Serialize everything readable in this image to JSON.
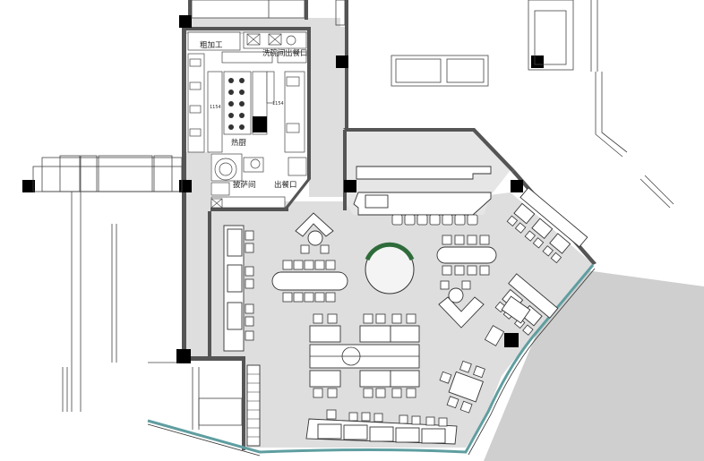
{
  "labels": {
    "rough_prep": "粗加工",
    "dishwashing": "洗碗间",
    "serving_out_top": "出餐口",
    "hot_kitchen": "热厨",
    "pizza_room": "披萨间",
    "serving_out_bottom": "出餐口",
    "dim_left": "1154",
    "dim_right": "1154"
  },
  "colors": {
    "wall": "#555555",
    "floor": "#dedede",
    "plaza": "#cfcfcf",
    "glass": "#5f9ea0",
    "planter": "#2e6b3a",
    "column": "#000000"
  }
}
